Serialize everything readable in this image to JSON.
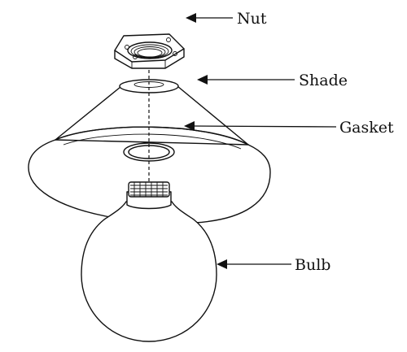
{
  "callouts": [
    {
      "id": "nut",
      "label": "Nut"
    },
    {
      "id": "shade",
      "label": "Shade"
    },
    {
      "id": "gasket",
      "label": "Gasket"
    },
    {
      "id": "bulb",
      "label": "Bulb"
    }
  ]
}
